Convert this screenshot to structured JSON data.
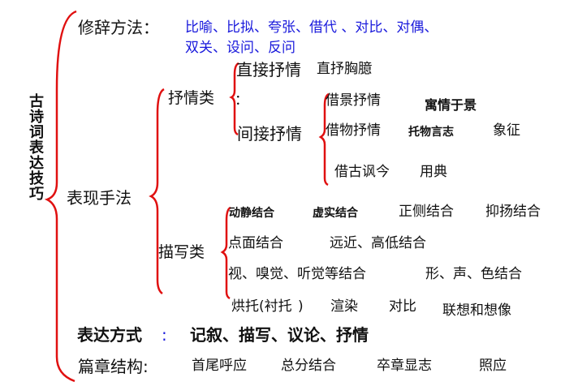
{
  "root": "古诗词表达技巧",
  "rhetoric": {
    "label": "修辞方法：",
    "line1": "比喻、比拟、夸张、借代 、对比、对偶、",
    "line2": "双关、设问、反问",
    "color": "#1a1adc"
  },
  "expression_techniques": {
    "label": "表现手法",
    "lyric": {
      "label": "抒情类",
      "colon": "：",
      "direct": {
        "label": "直接抒情",
        "item": "直抒胸臆"
      },
      "indirect": {
        "label": "间接抒情",
        "items": [
          {
            "label": "借景抒情",
            "detail": "寓情于景"
          },
          {
            "label": "借物抒情",
            "detail": "托物言志",
            "extra": "象征"
          },
          {
            "label": "借古讽今",
            "detail": "用典"
          }
        ]
      }
    },
    "description": {
      "label": "描写类",
      "rows": [
        [
          "动静结合",
          "虚实结合",
          "正侧结合",
          "抑扬结合"
        ],
        [
          "点面结合",
          "远近、高低结合"
        ],
        [
          "视、嗅觉、听觉等结合",
          "形、声、色结合"
        ],
        [
          "烘托(衬托",
          "渲染",
          "对比",
          "联想和想像"
        ]
      ],
      "close_paren": ")"
    }
  },
  "expression_mode": {
    "label": "表达方式",
    "colon": ":",
    "value": "记叙、描写、议论、抒情"
  },
  "structure": {
    "label": "篇章结构:",
    "items": [
      "首尾呼应",
      "总分结合",
      "卒章显志",
      "照应"
    ]
  },
  "colors": {
    "brace": "#e01010",
    "text": "#111111",
    "accent": "#1a1adc"
  }
}
